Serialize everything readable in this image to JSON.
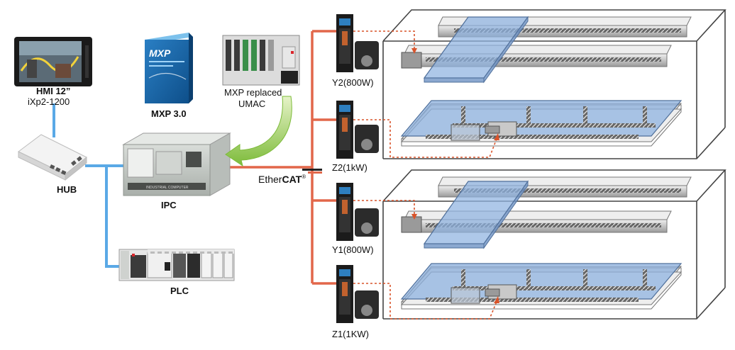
{
  "labels": {
    "hmi_title": "HMI 12”",
    "hmi_model": "iXp2-1200",
    "mxp_box": "MXP 3.0",
    "mxp_replaced_line1": "MXP replaced",
    "mxp_replaced_line2": "UMAC",
    "hub": "HUB",
    "ipc": "IPC",
    "plc": "PLC",
    "ethercat_ether": "Ether",
    "ethercat_cat": "CAT",
    "ethercat_mark": "®",
    "servo_y2": "Y2(800W)",
    "servo_z2": "Z2(1kW)",
    "servo_y1": "Y1(800W)",
    "servo_z1": "Z1(1KW)",
    "mxp_box_brand": "MXP",
    "ipc_brand": "INDUSTRIAL COMPUTER"
  },
  "colors": {
    "ethernet_line": "#5aa9e6",
    "ethercat_line": "#e2674a",
    "dotted_link": "#d9532a",
    "arrow_green": "#8cc63f",
    "blue_plate": "#8fb3e0",
    "frame_line": "#444444"
  },
  "icons": [
    "hmi-panel-icon",
    "mxp-software-box-icon",
    "umac-controller-icon",
    "hub-icon",
    "ipc-icon",
    "plc-icon",
    "servo-drive-icon",
    "servo-motor-icon",
    "linear-stage-icon"
  ]
}
